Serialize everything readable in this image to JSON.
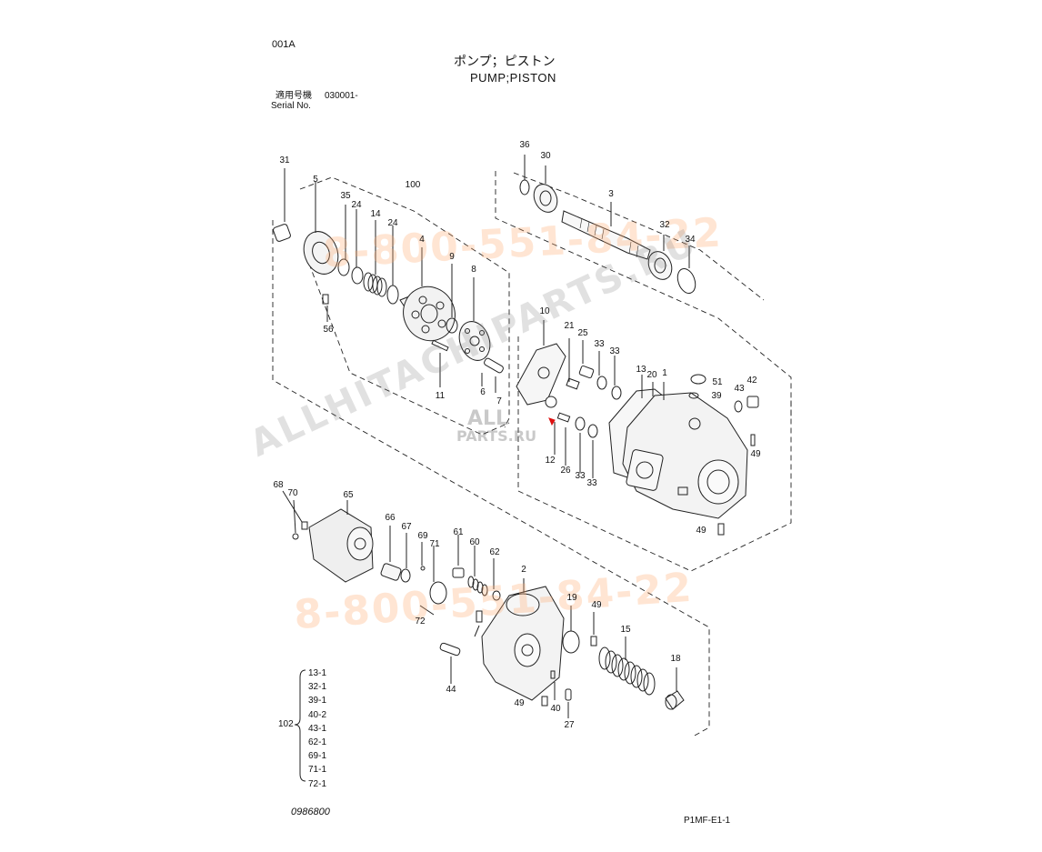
{
  "sheet": {
    "page_code": "001A",
    "title_jp": "ポンプ；ピストン",
    "title_en": "PUMP;PISTON",
    "serial_label_jp": "適用号機",
    "serial_value": "030001-",
    "serial_label_en": "Serial No.",
    "drawing_no": "0986800",
    "sheet_ref": "P1MF-E1-1"
  },
  "watermarks": {
    "phone": "8-800-551-84-22",
    "site": "ALLHITACHIPARTS.RU",
    "logo_top": "ALL",
    "logo_bottom": "PARTS.RU"
  },
  "callouts": [
    "1",
    "2",
    "3",
    "4",
    "5",
    "6",
    "7",
    "8",
    "9",
    "10",
    "11",
    "12",
    "13",
    "14",
    "15",
    "18",
    "19",
    "20",
    "21",
    "24",
    "24",
    "25",
    "26",
    "27",
    "30",
    "31",
    "32",
    "33",
    "33",
    "33",
    "33",
    "34",
    "35",
    "36",
    "39",
    "40",
    "42",
    "43",
    "44",
    "49",
    "49",
    "49",
    "49",
    "51",
    "56",
    "60",
    "61",
    "62",
    "65",
    "66",
    "67",
    "68",
    "69",
    "70",
    "71",
    "72",
    "100"
  ],
  "kit": {
    "label": "102",
    "items": [
      "13-1",
      "32-1",
      "39-1",
      "40-2",
      "43-1",
      "62-1",
      "69-1",
      "71-1",
      "72-1"
    ]
  }
}
